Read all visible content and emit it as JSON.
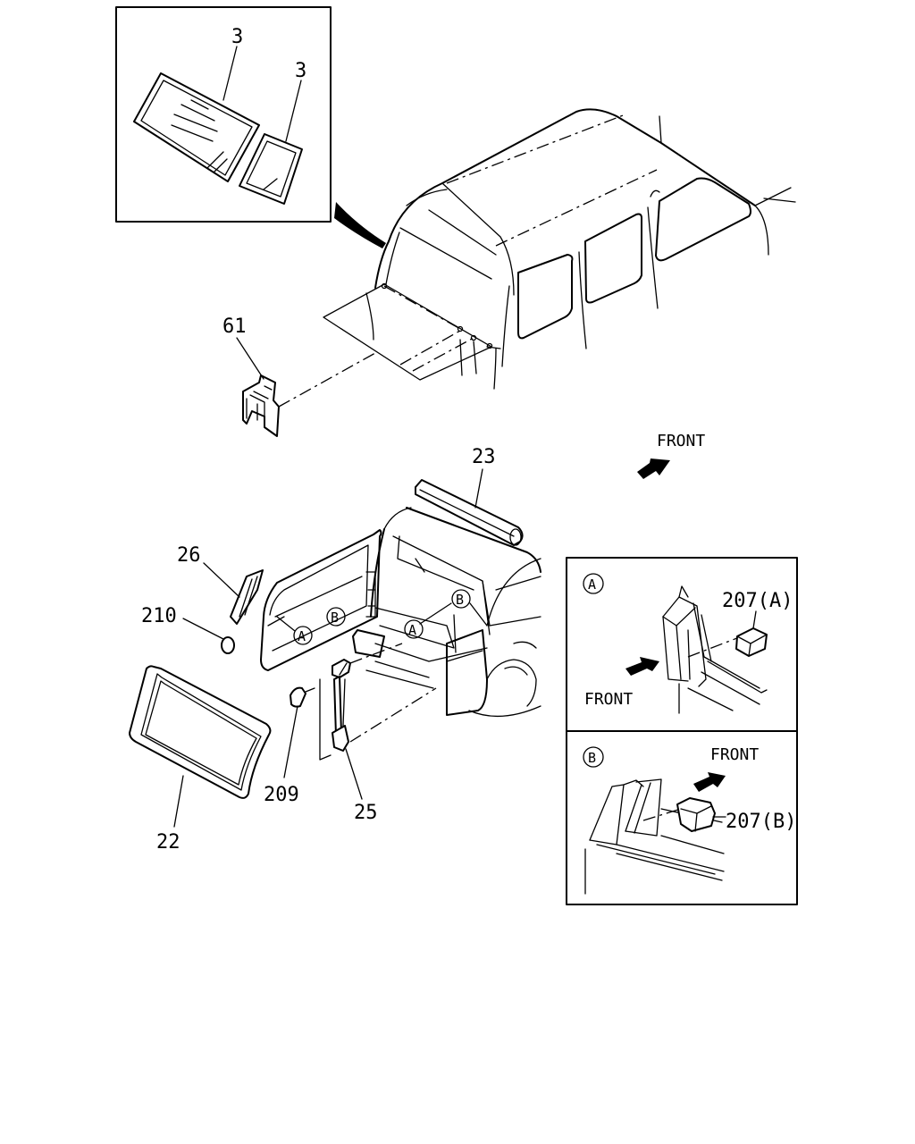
{
  "labels": {
    "p3_left": "3",
    "p3_right": "3",
    "p61": "61",
    "p23": "23",
    "p26": "26",
    "p210": "210",
    "p22": "22",
    "p209": "209",
    "p25": "25",
    "p207a": "207(A)",
    "p207b": "207(B)"
  },
  "callouts": {
    "a": "A",
    "b": "B"
  },
  "direction": {
    "front": "FRONT"
  },
  "icons": [
    "front-arrow-icon",
    "callout-circle"
  ]
}
